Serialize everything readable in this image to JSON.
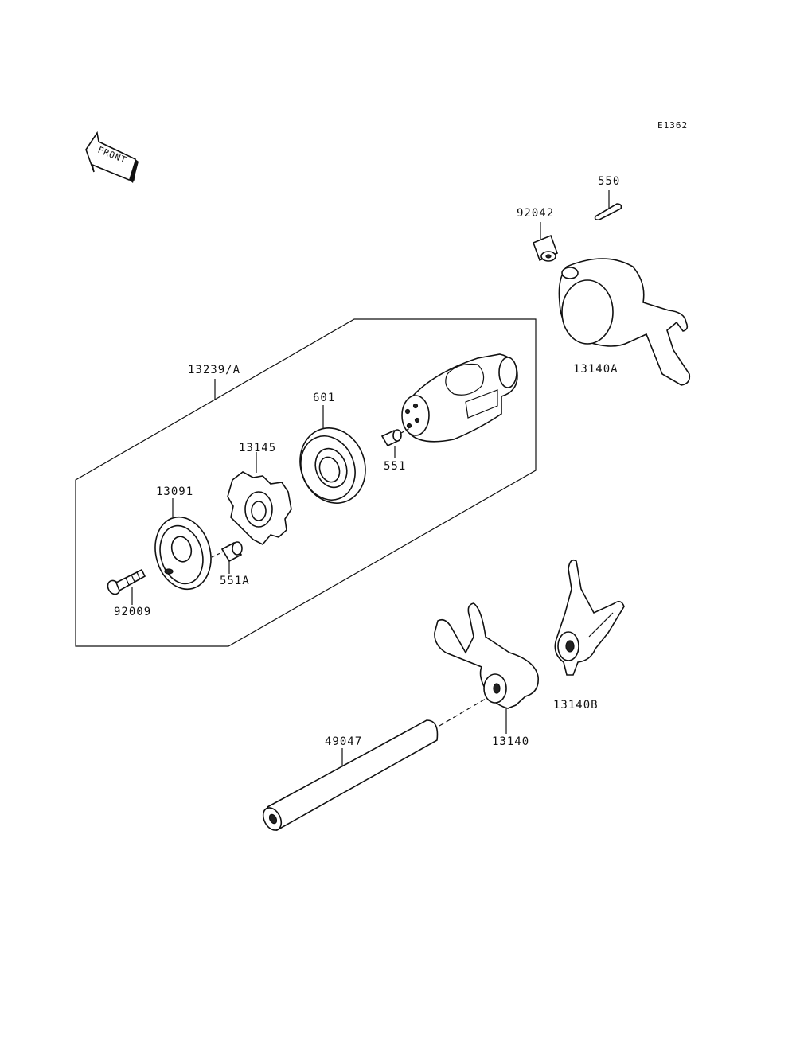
{
  "diagram": {
    "ref_code": "E1362",
    "front_marker": "FRONT",
    "labels": {
      "p550": "550",
      "p92042": "92042",
      "p13140A": "13140A",
      "p13239A": "13239/A",
      "p601": "601",
      "p13145": "13145",
      "p551": "551",
      "p13091": "13091",
      "p551A": "551A",
      "p92009": "92009",
      "p49047": "49047",
      "p13140": "13140",
      "p13140B": "13140B"
    }
  }
}
